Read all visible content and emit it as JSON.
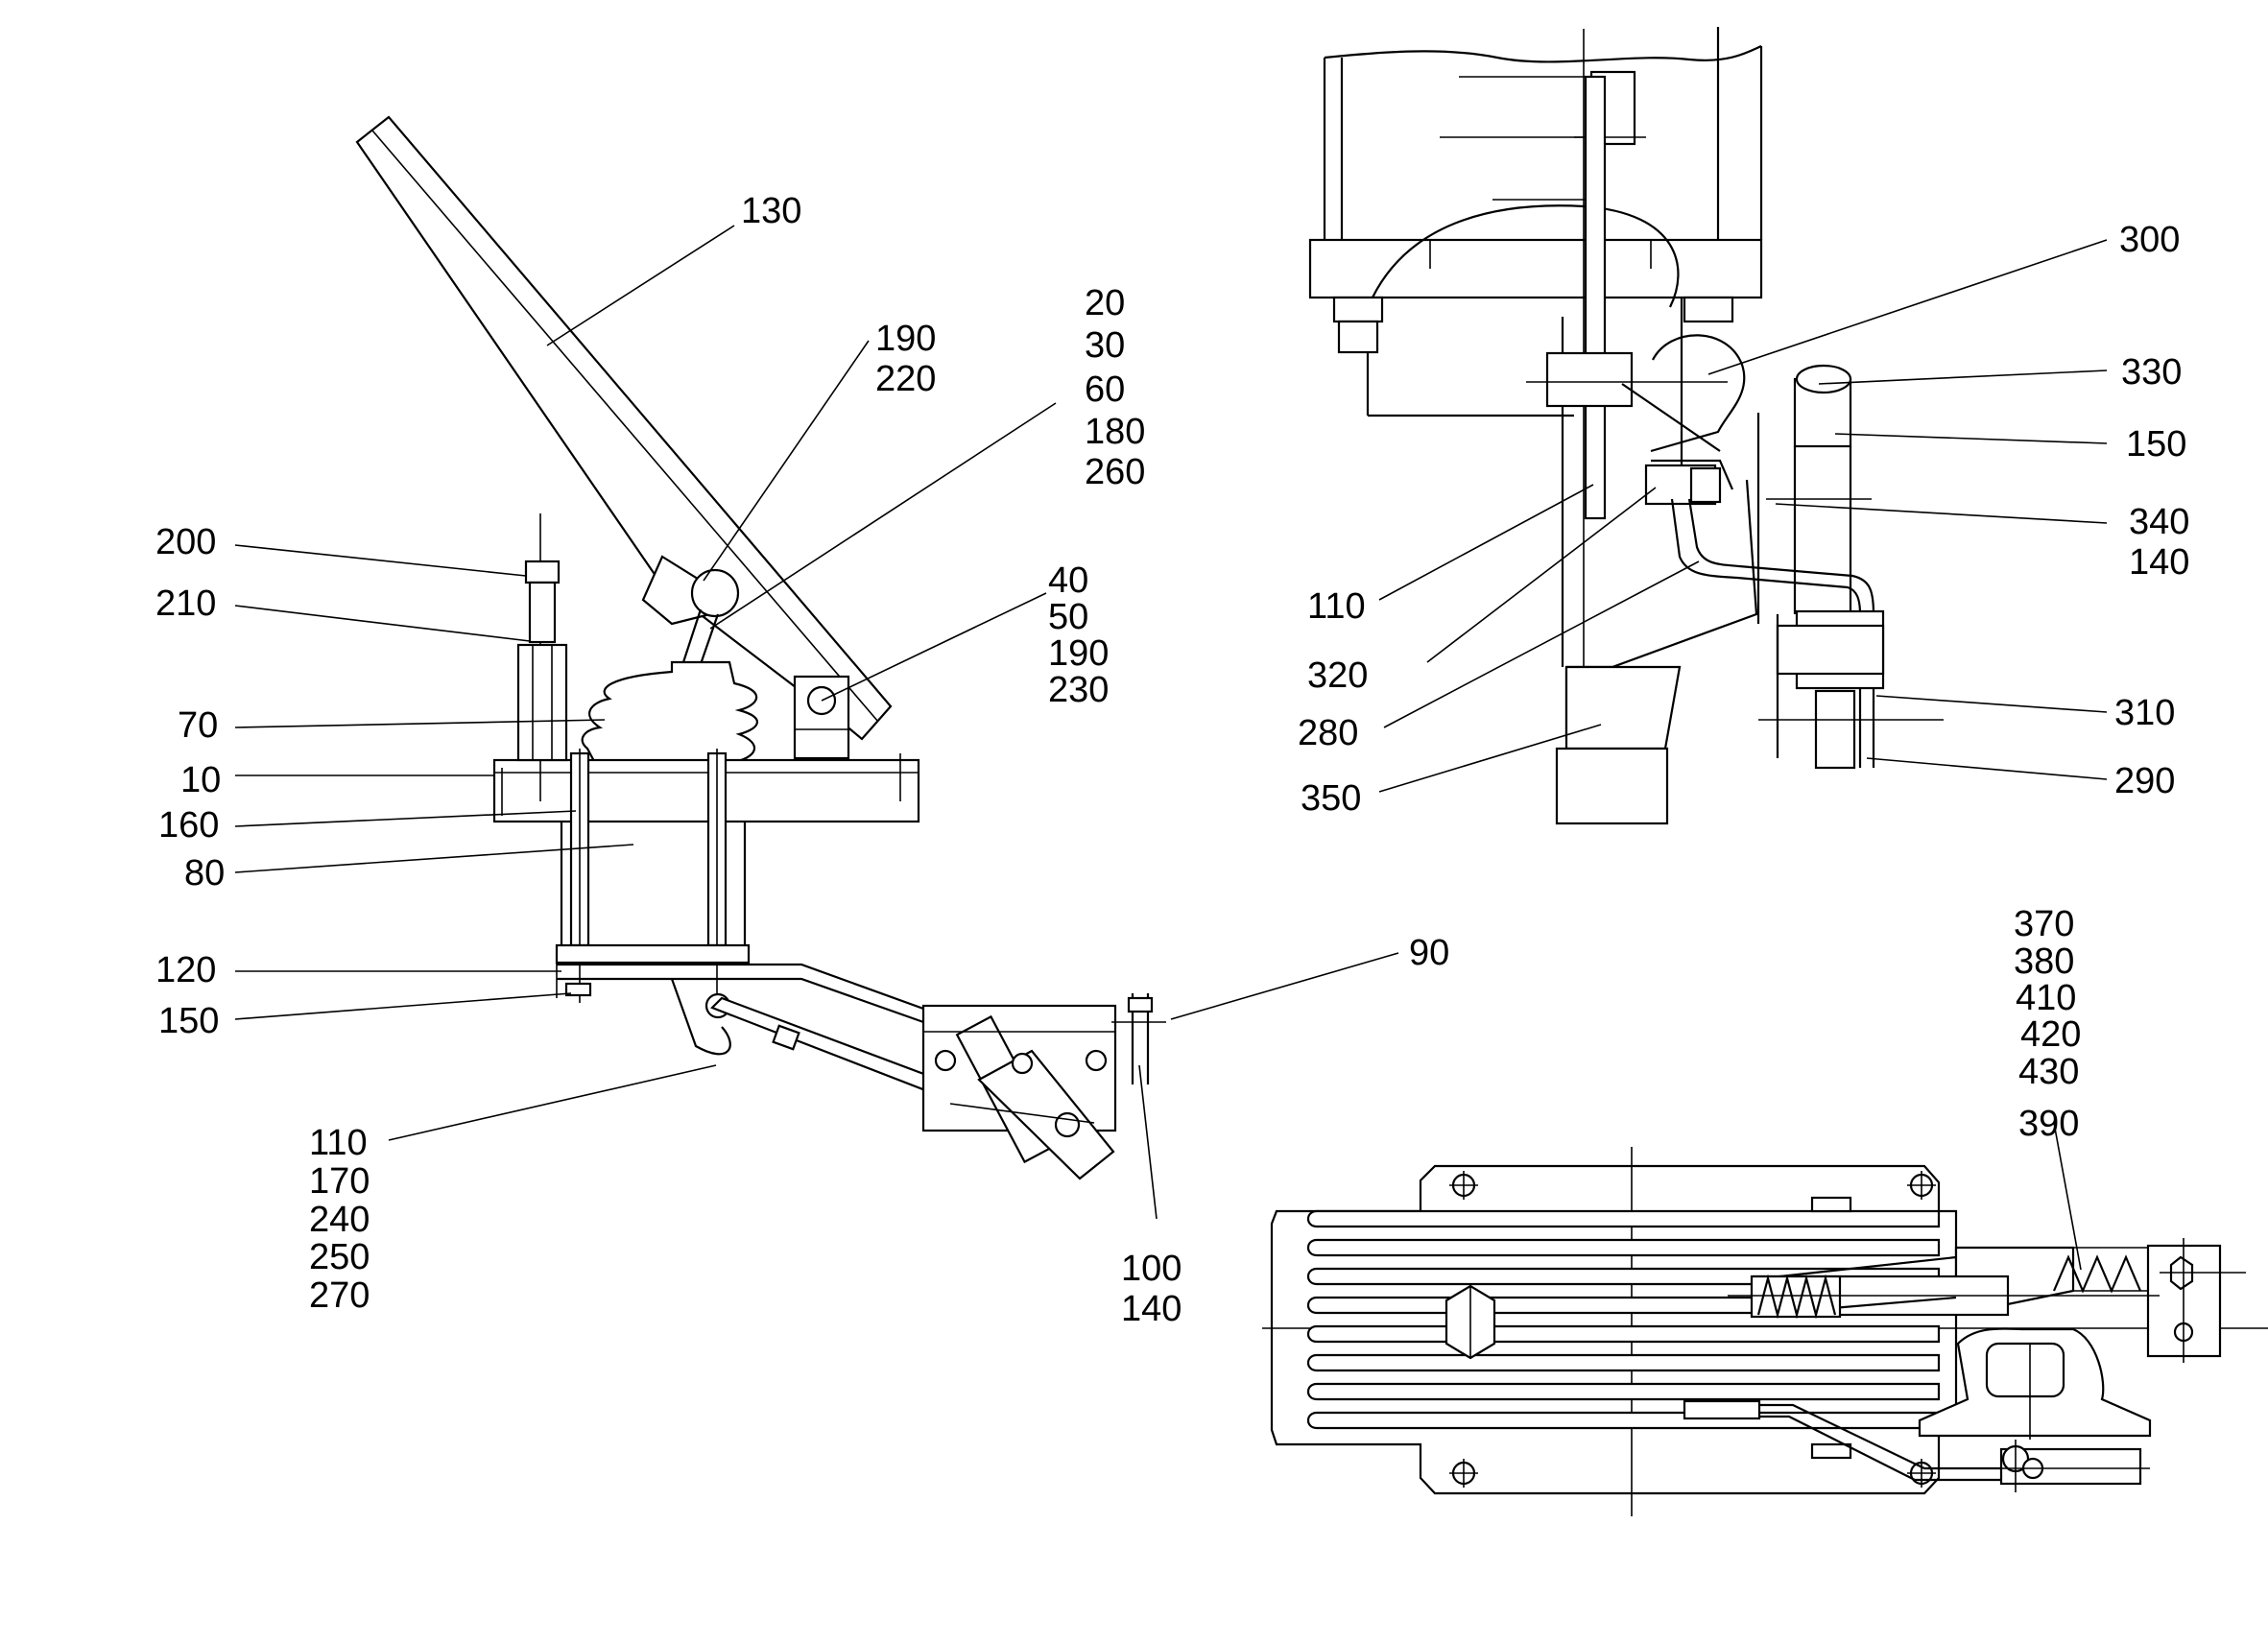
{
  "views": {
    "side_view": {
      "callouts": [
        {
          "id": "c130",
          "lines": [
            "130"
          ]
        },
        {
          "id": "c190-220",
          "lines": [
            "190",
            "220"
          ]
        },
        {
          "id": "c20-260",
          "lines": [
            "20",
            "30",
            "60",
            "180",
            "260"
          ]
        },
        {
          "id": "c200",
          "lines": [
            "200"
          ]
        },
        {
          "id": "c210",
          "lines": [
            "210"
          ]
        },
        {
          "id": "c40-230",
          "lines": [
            "40",
            "50",
            "190",
            "230"
          ]
        },
        {
          "id": "c70",
          "lines": [
            "70"
          ]
        },
        {
          "id": "c10",
          "lines": [
            "10"
          ]
        },
        {
          "id": "c160",
          "lines": [
            "160"
          ]
        },
        {
          "id": "c80",
          "lines": [
            "80"
          ]
        },
        {
          "id": "c120",
          "lines": [
            "120"
          ]
        },
        {
          "id": "c150a",
          "lines": [
            "150"
          ]
        },
        {
          "id": "c90",
          "lines": [
            "90"
          ]
        },
        {
          "id": "c110-270",
          "lines": [
            "110",
            "170",
            "240",
            "250",
            "270"
          ]
        },
        {
          "id": "c100-140",
          "lines": [
            "100",
            "140"
          ]
        }
      ]
    },
    "front_view": {
      "callouts": [
        {
          "id": "c300",
          "lines": [
            "300"
          ]
        },
        {
          "id": "c330",
          "lines": [
            "330"
          ]
        },
        {
          "id": "c150b",
          "lines": [
            "150"
          ]
        },
        {
          "id": "c340-140",
          "lines": [
            "340",
            "140"
          ]
        },
        {
          "id": "c110b",
          "lines": [
            "110"
          ]
        },
        {
          "id": "c320",
          "lines": [
            "320"
          ]
        },
        {
          "id": "c280",
          "lines": [
            "280"
          ]
        },
        {
          "id": "c310",
          "lines": [
            "310"
          ]
        },
        {
          "id": "c290",
          "lines": [
            "290"
          ]
        },
        {
          "id": "c350",
          "lines": [
            "350"
          ]
        }
      ]
    },
    "top_view": {
      "callouts": [
        {
          "id": "c370-430",
          "lines": [
            "370",
            "380",
            "410",
            "420",
            "430"
          ]
        },
        {
          "id": "c390",
          "lines": [
            "390"
          ]
        }
      ]
    }
  }
}
